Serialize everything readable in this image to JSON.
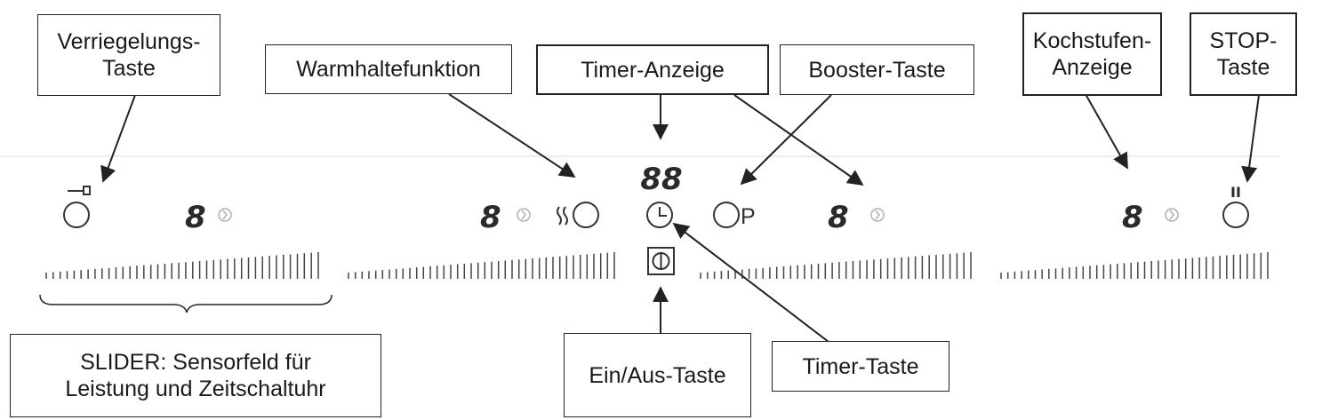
{
  "labels": {
    "lock": [
      "Verriegelungs-",
      "Taste"
    ],
    "keep_warm": [
      "Warmhaltefunktion"
    ],
    "timer_display": [
      "Timer-Anzeige"
    ],
    "booster": [
      "Booster-Taste"
    ],
    "level_display": [
      "Kochstufen-",
      "Anzeige"
    ],
    "stop": [
      "STOP-",
      "Taste"
    ],
    "slider": [
      "SLIDER: Sensorfeld für",
      "Leistung und Zeitschaltuhr"
    ],
    "power": [
      "Ein/Aus-Taste"
    ],
    "timer_key": [
      "Timer-Taste"
    ]
  },
  "panel": {
    "level_digit": "8",
    "timer_digits": "88",
    "booster_letter": "P",
    "stop_symbol": "II"
  },
  "colors": {
    "line": "#222222",
    "panel_edge": "#e6e6e6",
    "dim": "#b0b0b0"
  }
}
